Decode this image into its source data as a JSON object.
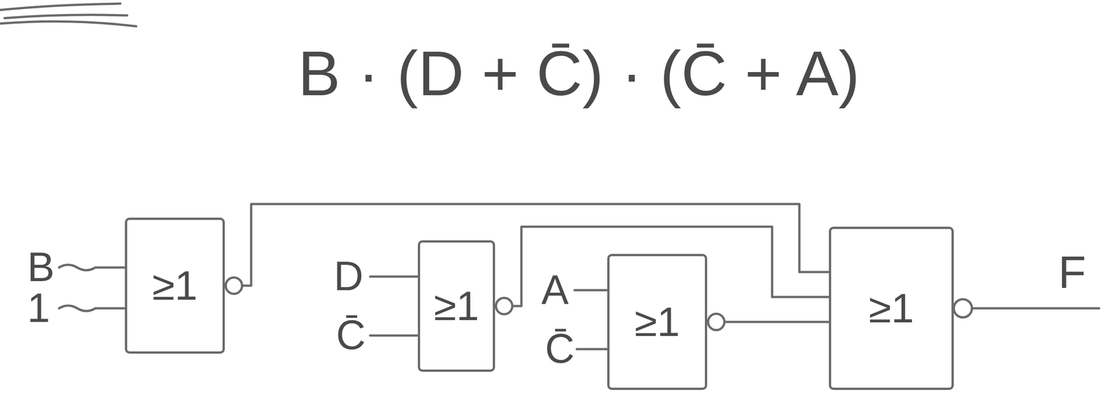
{
  "diagram": {
    "nodes": [
      {
        "text": [
          "≥1"
        ]
      },
      {
        "text": [
          "≥1"
        ]
      },
      {
        "text": [
          "≥1"
        ]
      },
      {
        "text": [
          "≥1"
        ]
      }
    ],
    "edges": [
      {
        "from": 0,
        "to": 3,
        "arrow": "none"
      },
      {
        "from": 1,
        "to": 3,
        "arrow": "none"
      },
      {
        "from": 2,
        "to": 3,
        "arrow": "none"
      }
    ],
    "labels": [
      "B · (D + C̄) · (C̄ + A)",
      "B",
      "1",
      "D",
      "C̄",
      "A",
      "C̄",
      "F"
    ]
  }
}
